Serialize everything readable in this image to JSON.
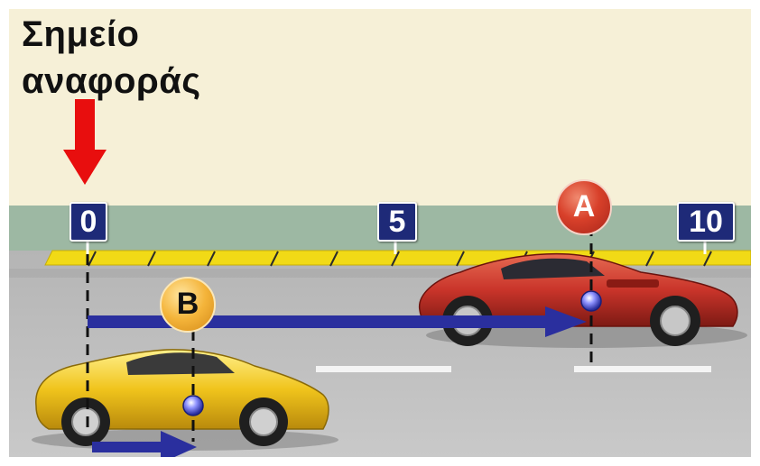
{
  "title": {
    "line1": "Σημείο",
    "line2": "αναφοράς"
  },
  "markers": {
    "km0": "0",
    "km5": "5",
    "km10": "10"
  },
  "badges": {
    "a": "A",
    "b": "B"
  },
  "colors": {
    "sky": "#f6f0d7",
    "grass": "#9db8a3",
    "tape": "#f1da16",
    "road": "#b8b8b8",
    "arrow_red": "#e80e0e",
    "arrow_blue": "#2a2f9e",
    "marker_bg": "#1e2a78",
    "car_red": "#c9342a",
    "car_yellow": "#f0c41c"
  },
  "icons": {
    "reference_arrow": "red-down-arrow-icon",
    "car_a": "red-sports-car-icon",
    "car_b": "yellow-sports-car-icon",
    "displacement": "blue-right-arrow-icon",
    "velocity": "blue-right-arrow-icon"
  }
}
